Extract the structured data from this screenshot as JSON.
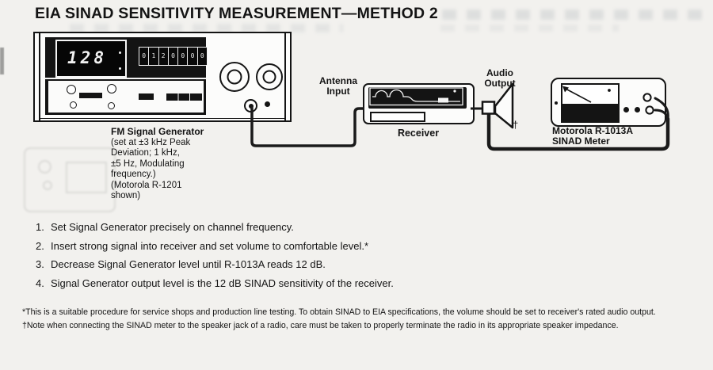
{
  "title": "EIA SINAD SENSITIVITY MEASUREMENT—METHOD 2",
  "generator": {
    "display_value": "128",
    "thumbwheel_digits": [
      "0",
      "1",
      "2",
      "0",
      "0",
      "0",
      "0"
    ],
    "caption_title": "FM Signal Generator",
    "caption_lines": [
      "(set at ±3 kHz Peak",
      "Deviation; 1 kHz,",
      "±5 Hz, Modulating",
      "frequency.)",
      "(Motorola R-1201",
      "shown)"
    ]
  },
  "receiver": {
    "antenna_label_line1": "Antenna",
    "antenna_label_line2": "Input",
    "audio_label_line1": "Audio",
    "audio_label_line2": "Output",
    "caption": "Receiver",
    "speaker_footnote_marker": "†"
  },
  "meter": {
    "caption_line1": "Motorola R-1013A",
    "caption_line2": "SINAD Meter"
  },
  "steps": [
    {
      "num": "1.",
      "text": "Set Signal Generator precisely on channel frequency."
    },
    {
      "num": "2.",
      "text": "Insert strong signal into receiver and set volume to comfortable level.*"
    },
    {
      "num": "3.",
      "text": "Decrease Signal Generator level until R-1013A reads 12 dB."
    },
    {
      "num": "4.",
      "text": "Signal Generator output level is the 12 dB SINAD sensitivity of the receiver."
    }
  ],
  "footnotes": [
    {
      "marker": "*",
      "text": "This is a suitable procedure for service shops and production line testing.  To obtain SINAD to EIA specifications, the volume should be set to receiver's rated audio output."
    },
    {
      "marker": "†",
      "text": "Note when connecting the SINAD meter to the speaker jack of a radio, care must be taken to properly terminate the radio in its appropriate speaker impedance."
    }
  ],
  "colors": {
    "ink": "#141414",
    "paper": "#f2f1ee"
  }
}
